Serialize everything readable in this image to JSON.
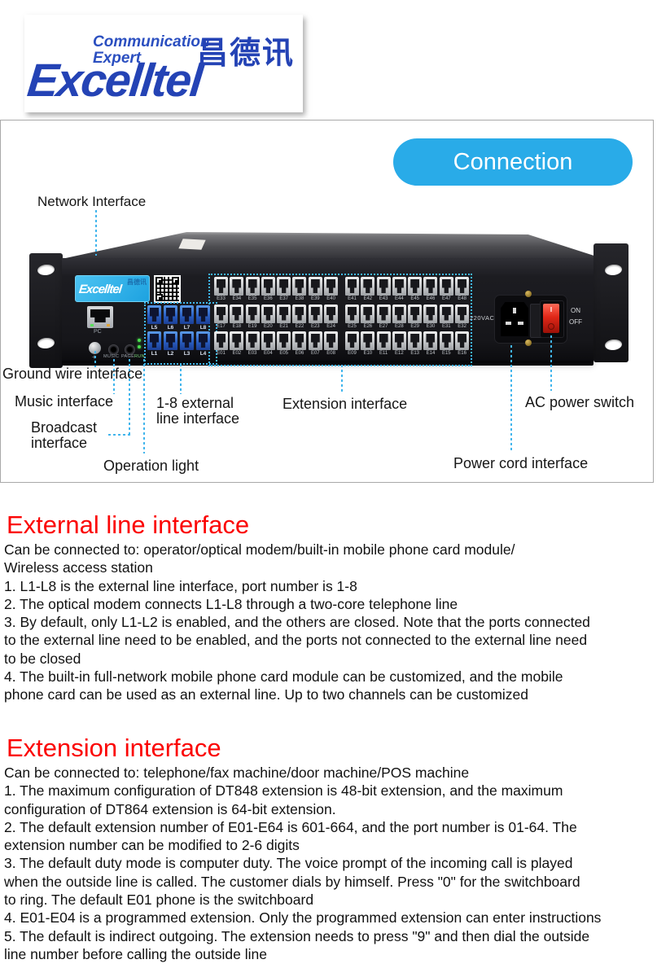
{
  "logo": {
    "tagline_line1": "Communication",
    "tagline_line2": "Expert",
    "brand": "Excelltel",
    "brand_cn": "昌德讯"
  },
  "badge": {
    "label": "Connection"
  },
  "callouts": {
    "network": "Network Interface",
    "ground": "Ground wire interface",
    "music": "Music interface",
    "broadcast_line1": "Broadcast",
    "broadcast_line2": "interface",
    "operation": "Operation light",
    "external_line1": "1-8 external",
    "external_line2": "line interface",
    "extension": "Extension interface",
    "ac_switch": "AC power switch",
    "power_cord": "Power cord interface"
  },
  "device": {
    "sticker": {
      "brand": "Excelltel",
      "cn": "昌德讯"
    },
    "pc_label": "PC",
    "ground_symbol": "+",
    "music_label": "MUSIC",
    "page_label": "PAGE",
    "run_label": "RUN",
    "voltage_label": "220VAC",
    "switch_on": "ON",
    "switch_off": "OFF",
    "switch_i": "I",
    "line_rows": [
      [
        "L5",
        "L6",
        "L7",
        "L8"
      ],
      [
        "L1",
        "L2",
        "L3",
        "L4"
      ]
    ],
    "ext_block1": [
      [
        "E33",
        "E34",
        "E35",
        "E36",
        "E37",
        "E38",
        "E39",
        "E40"
      ],
      [
        "E17",
        "E18",
        "E19",
        "E20",
        "E21",
        "E22",
        "E23",
        "E24"
      ],
      [
        "E01",
        "E02",
        "E03",
        "E04",
        "E05",
        "E06",
        "E07",
        "E08"
      ]
    ],
    "ext_block2": [
      [
        "E41",
        "E42",
        "E43",
        "E44",
        "E45",
        "E46",
        "E47",
        "E48"
      ],
      [
        "E25",
        "E26",
        "E27",
        "E28",
        "E29",
        "E30",
        "E31",
        "E32"
      ],
      [
        "E09",
        "E10",
        "E11",
        "E12",
        "E13",
        "E14",
        "E15",
        "E16"
      ]
    ]
  },
  "sections": [
    {
      "title": "External line interface",
      "lines": [
        "Can be connected to: operator/optical modem/built-in mobile phone card module/",
        "Wireless access station",
        "1. L1-L8 is the external line interface, port number is 1-8",
        "2. The optical modem connects L1-L8 through a two-core telephone line",
        "3. By default, only L1-L2 is enabled, and the others are closed. Note that the ports connected",
        "to the external line need to be enabled, and the ports not connected to the external line need",
        "to be closed",
        "4. The built-in full-network mobile phone card module can be customized, and the mobile",
        "phone card can be used as an external line. Up to two channels can be customized"
      ]
    },
    {
      "title": "Extension interface",
      "lines": [
        "Can be connected to: telephone/fax machine/door machine/POS machine",
        "1. The maximum configuration of DT848 extension is 48-bit extension, and the maximum",
        "configuration of DT864 extension is 64-bit extension.",
        "2. The default extension number of E01-E64 is 601-664, and the port number is 01-64. The",
        "extension number can be modified to 2-6 digits",
        "3. The default duty mode is computer duty. The voice prompt of the incoming call is played",
        "when the outside line is called. The customer dials by himself. Press \"0\" for the switchboard",
        "to ring. The default E01 phone is the switchboard",
        "4. E01-E04 is a programmed extension. Only the programmed extension can enter instructions",
        "5. The default is indirect outgoing. The extension needs to press \"9\" and then dial the outside",
        "line number before calling the outside line"
      ]
    }
  ],
  "colors": {
    "accent_blue": "#29abe8",
    "logo_blue": "#2443b5",
    "heading_red": "#fb0404",
    "leader_cyan": "#41b5ec"
  }
}
